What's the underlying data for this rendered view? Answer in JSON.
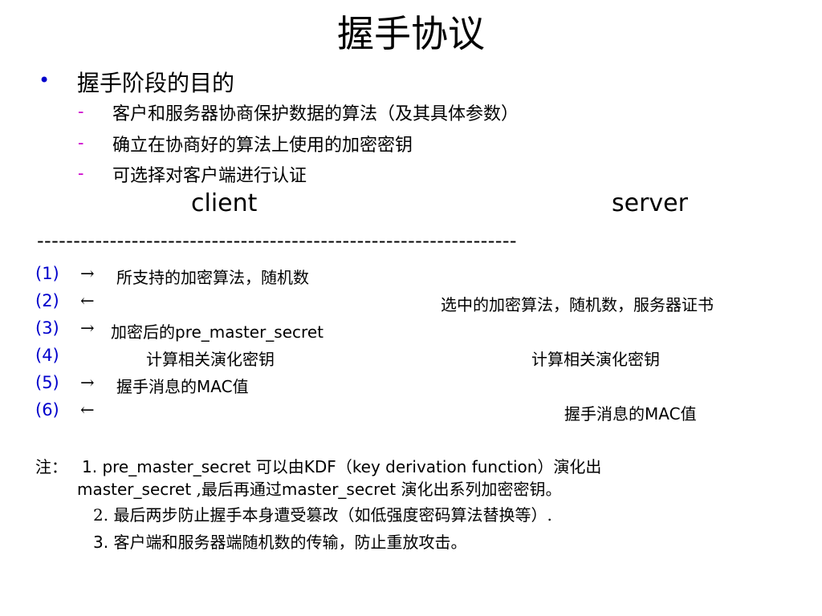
{
  "title": "握手协议",
  "bullet": {
    "marker": "•",
    "text": "握手阶段的目的",
    "subitems": [
      {
        "marker": "-",
        "text": "客户和服务器协商保护数据的算法（及其具体参数）"
      },
      {
        "marker": "-",
        "text": "确立在协商好的算法上使用的加密密钥"
      },
      {
        "marker": "-",
        "text": "可选择对客户端进行认证"
      }
    ]
  },
  "columns": {
    "client": "client",
    "server": "server"
  },
  "separator": "------------------------------------------------------------------",
  "steps": [
    {
      "num": "(1)",
      "arrow": "→",
      "client_text": "所支持的加密算法，随机数",
      "server_text": ""
    },
    {
      "num": "(2)",
      "arrow": "←",
      "client_text": "",
      "server_text": "选中的加密算法，随机数，服务器证书"
    },
    {
      "num": "(3)",
      "arrow": "→",
      "client_pre": "加密后的",
      "client_key": "pre_master_secret",
      "server_text": ""
    },
    {
      "num": "(4)",
      "arrow": "",
      "client_text": "计算相关演化密钥",
      "server_text": "计算相关演化密钥"
    },
    {
      "num": "(5)",
      "arrow": "→",
      "client_pre": "握手消息的",
      "client_key": "MAC",
      "client_post": "值",
      "server_text": ""
    },
    {
      "num": "(6)",
      "arrow": "←",
      "server_pre": "握手消息的",
      "server_key": "MAC",
      "server_post": "值"
    }
  ],
  "notes": {
    "label": "注：",
    "n1_num": "1.",
    "n1_a": "pre_master_secret",
    "n1_b": "可以由",
    "n1_c": "KDF",
    "n1_d": "（",
    "n1_e": "key derivation function",
    "n1_f": "）演化出",
    "n1_g": "master_secret",
    "n1_h": ",最后再通过",
    "n1_i": "master_secret",
    "n1_j": "演化出系列加密密钥。",
    "n2": "2. 最后两步防止握手本身遭受篡改（如低强度密码算法替换等）.",
    "n3_num": "3.",
    "n3": "客户端和服务器端随机数的传输，防止重放攻击。"
  },
  "colors": {
    "blue": "#0000cc",
    "magenta": "#cc00cc"
  }
}
